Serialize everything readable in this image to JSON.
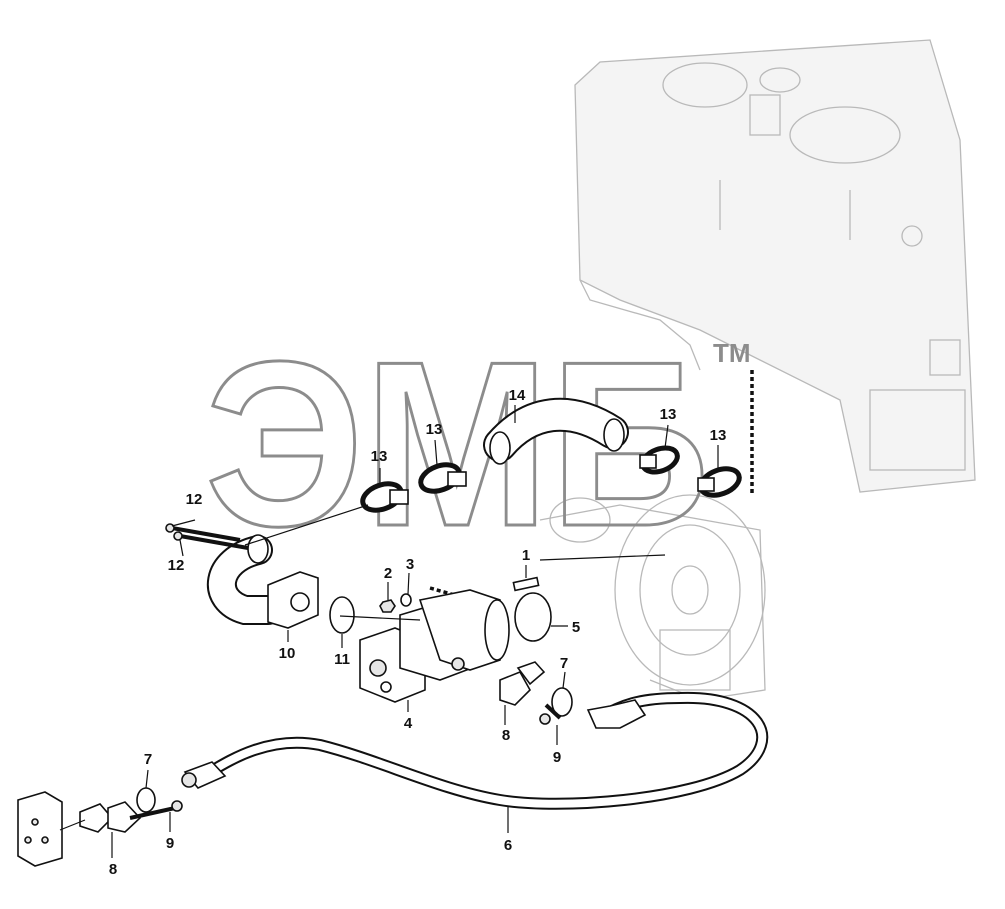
{
  "watermark": {
    "text": "ЭМБ",
    "trademark": "TM"
  },
  "callouts": [
    {
      "id": "c1",
      "label": "1"
    },
    {
      "id": "c2",
      "label": "2"
    },
    {
      "id": "c3",
      "label": "3"
    },
    {
      "id": "c4",
      "label": "4"
    },
    {
      "id": "c5",
      "label": "5"
    },
    {
      "id": "c6",
      "label": "6"
    },
    {
      "id": "c7a",
      "label": "7"
    },
    {
      "id": "c7b",
      "label": "7"
    },
    {
      "id": "c8a",
      "label": "8"
    },
    {
      "id": "c8b",
      "label": "8"
    },
    {
      "id": "c9a",
      "label": "9"
    },
    {
      "id": "c9b",
      "label": "9"
    },
    {
      "id": "c10",
      "label": "10"
    },
    {
      "id": "c11",
      "label": "11"
    },
    {
      "id": "c12a",
      "label": "12"
    },
    {
      "id": "c12b",
      "label": "12"
    },
    {
      "id": "c13a",
      "label": "13"
    },
    {
      "id": "c13b",
      "label": "13"
    },
    {
      "id": "c13c",
      "label": "13"
    },
    {
      "id": "c13d",
      "label": "13"
    },
    {
      "id": "c14",
      "label": "14"
    }
  ],
  "colors": {
    "line": "#111111",
    "ghost": "#b9b9b9",
    "watermark": "#8c8c8c"
  }
}
